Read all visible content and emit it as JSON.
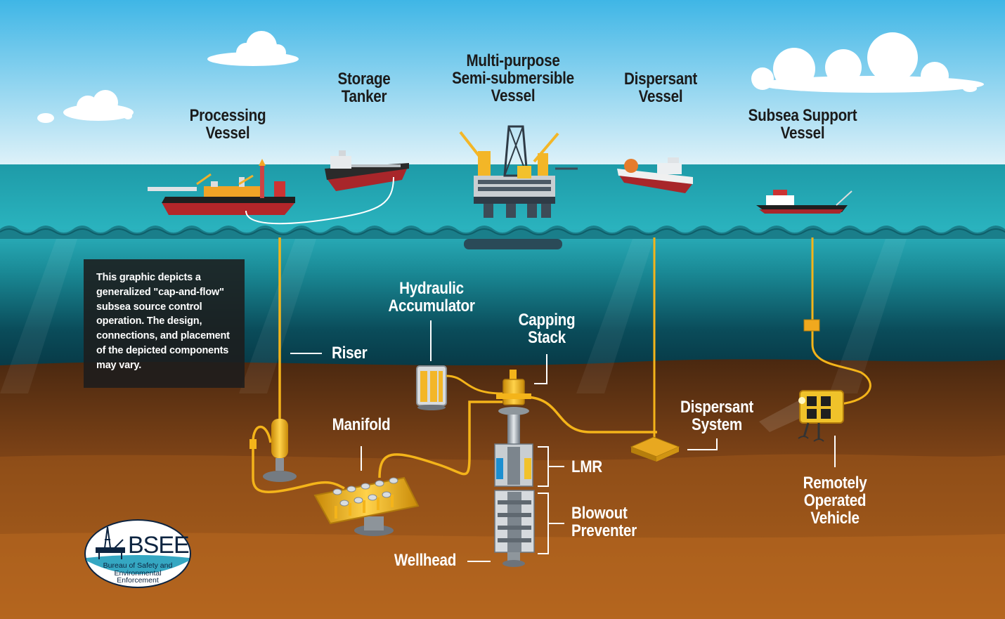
{
  "labels": {
    "processing_vessel": "Processing\nVessel",
    "storage_tanker": "Storage\nTanker",
    "multi_purpose_vessel": "Multi-purpose\nSemi-submersible\nVessel",
    "dispersant_vessel": "Dispersant\nVessel",
    "subsea_support_vessel": "Subsea Support\nVessel",
    "hydraulic_accumulator": "Hydraulic\nAccumulator",
    "capping_stack": "Capping\nStack",
    "riser": "Riser",
    "manifold": "Manifold",
    "dispersant_system": "Dispersant\nSystem",
    "lmr": "LMR",
    "blowout_preventer": "Blowout\nPreventer",
    "wellhead": "Wellhead",
    "remotely_operated_vehicle": "Remotely\nOperated\nVehicle"
  },
  "info_box": {
    "text": "This graphic depicts a generalized \"cap-and-flow\" subsea source control operation. The design, connections, and placement of the depicted components may vary."
  },
  "logo": {
    "acronym": "BSEE",
    "name": "Bureau of Safety and\nEnvironmental\nEnforcement"
  },
  "colors": {
    "sky_top": "#3fb6e6",
    "sky_bottom": "#d9f0f8",
    "sea_surface": "#2bb1bd",
    "deep_water": "#062f3c",
    "seabed_top": "#6b3a17",
    "seabed_bottom": "#b5661e",
    "pipe": "#f4b41a",
    "label_dark": "#1b1b1b",
    "label_light": "#ffffff"
  }
}
